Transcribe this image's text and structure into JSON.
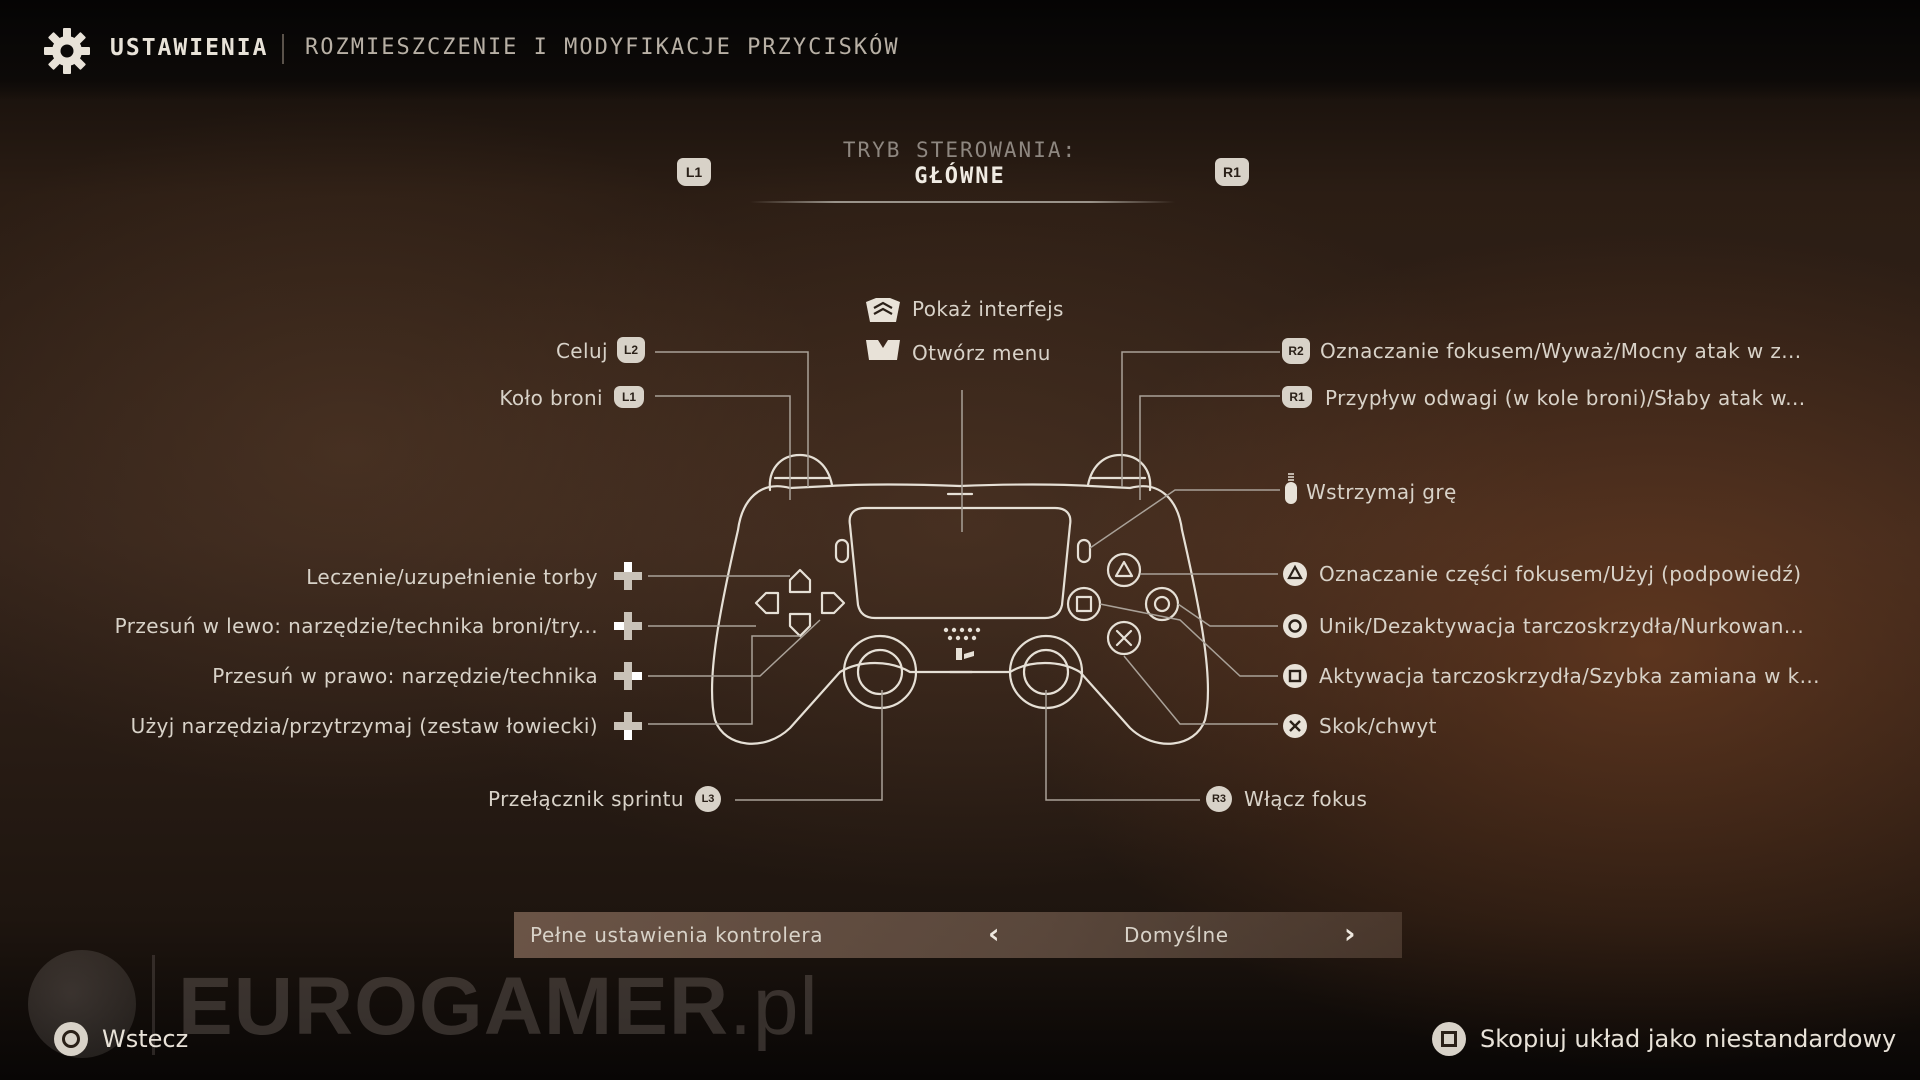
{
  "header": {
    "title": "USTAWIENIA",
    "subtitle": "ROZMIESZCZENIE I MODYFIKACJE PRZYCISKÓW"
  },
  "mode": {
    "label": "TRYB STEROWANIA:",
    "value": "GŁÓWNE",
    "prev_badge": "L1",
    "next_badge": "R1"
  },
  "mappings": {
    "touchpad_swipe": "Pokaż interfejs",
    "touchpad_press": "Otwórz menu",
    "l2": {
      "badge": "L2",
      "label": "Celuj"
    },
    "l1": {
      "badge": "L1",
      "label": "Koło broni"
    },
    "dpad_up": "Leczenie/uzupełnienie torby",
    "dpad_left": "Przesuń w lewo: narzędzie/technika broni/try...",
    "dpad_right": "Przesuń w prawo: narzędzie/technika",
    "dpad_down": "Użyj narzędzia/przytrzymaj (zestaw łowiecki)",
    "l3": {
      "badge": "L3",
      "label": "Przełącznik sprintu"
    },
    "r2": {
      "badge": "R2",
      "label": "Oznaczanie fokusem/Wyważ/Mocny atak w z..."
    },
    "r1": {
      "badge": "R1",
      "label": "Przypływ odwagi (w kole broni)/Słaby atak w..."
    },
    "options": "Wstrzymaj grę",
    "triangle": "Oznaczanie części fokusem/Użyj (podpowiedź)",
    "circle": "Unik/Dezaktywacja tarczoskrzydła/Nurkowan...",
    "square": "Aktywacja tarczoskrzydła/Szybka zamiana w k...",
    "cross": "Skok/chwyt",
    "r3": {
      "badge": "R3",
      "label": "Włącz fokus"
    }
  },
  "selector": {
    "label": "Pełne ustawienia kontrolera",
    "value": "Domyślne"
  },
  "watermark": {
    "text": "EUROGAMER",
    "suffix": ".pl"
  },
  "footer": {
    "back": "Wstecz",
    "copy": "Skopiuj układ jako niestandardowy"
  }
}
